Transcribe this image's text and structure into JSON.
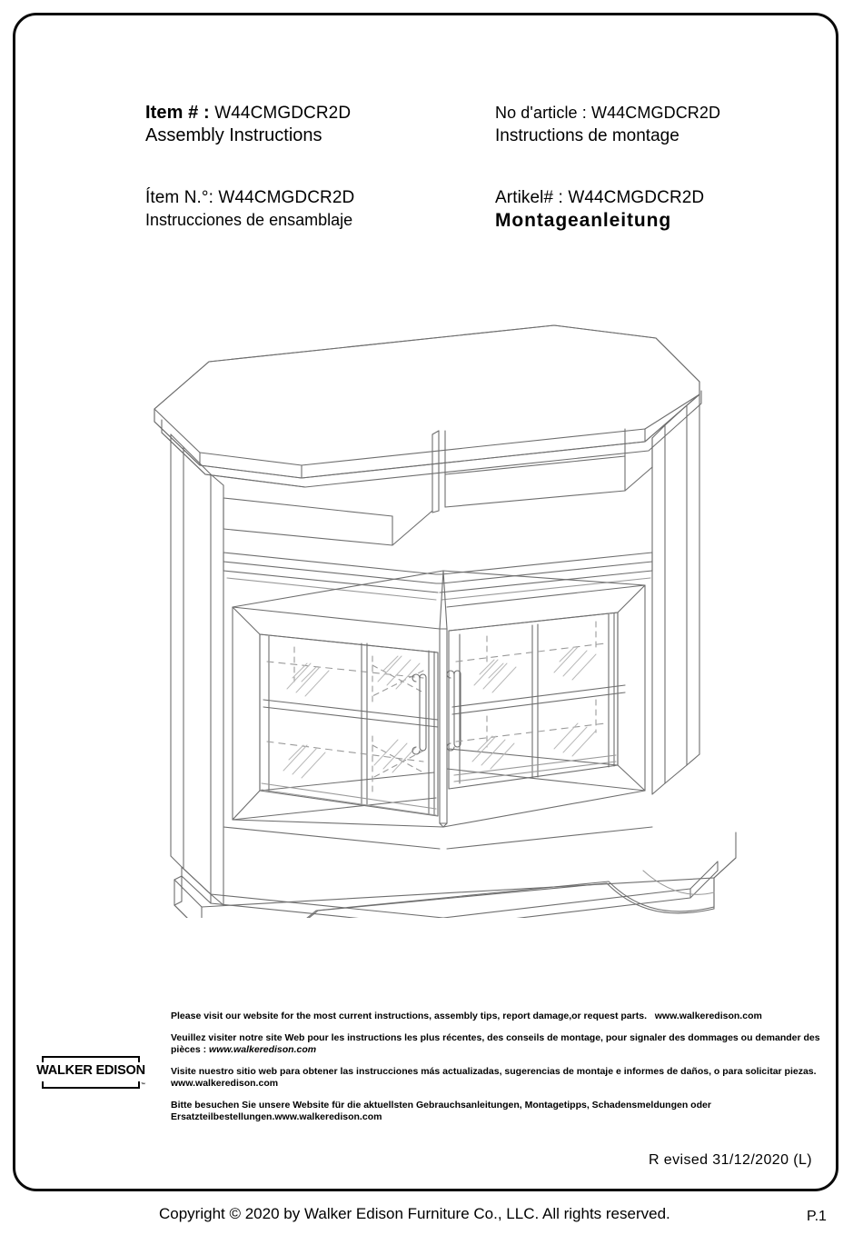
{
  "document": {
    "page_number": "P.1",
    "copyright": "Copyright  © 2020 by Walker Edison Furniture Co., LLC. All rights reserved.",
    "revised": "R evised 31/12/2020 (L)"
  },
  "headers": {
    "english": {
      "label": "Item # :",
      "sku": "W44CMGDCR2D",
      "subtitle": "Assembly  Instructions"
    },
    "french": {
      "label": "No d'article :",
      "sku": "W44CMGDCR2D",
      "subtitle": "Instructions de montage"
    },
    "spanish": {
      "label": "Ítem N.°:",
      "sku": "W44CMGDCR2D",
      "subtitle": "Instrucciones de ensamblaje"
    },
    "german": {
      "label": "Artikel# :",
      "sku": "W44CMGDCR2D",
      "subtitle": "Montageanleitung"
    }
  },
  "illustration": {
    "name": "corner-tv-stand-glass-doors",
    "description": "Line drawing of a corner TV console with two glass doors, open upper shelf and curved base apron"
  },
  "notices": {
    "english": {
      "text": "Please visit our website for the most current instructions, assembly tips, report damage,or request parts.",
      "website": "www.walkeredison.com"
    },
    "french": {
      "text": "Veuillez visiter notre site Web pour les instructions les plus récentes, des conseils de montage, pour signaler des dommages ou demander des pièces :",
      "website": "www.walkeredison.com"
    },
    "spanish": {
      "text": "Visite nuestro sitio web para obtener las instrucciones más actualizadas, sugerencias de montaje e informes de daños, o para solicitar piezas.",
      "website": "www.walkeredison.com"
    },
    "german": {
      "text": "Bitte besuchen Sie unsere Website für die aktuellsten Gebrauchsanleitungen, Montagetipps, Schadensmeldungen oder Ersatzteilbestellungen.",
      "website": "www.walkeredison.com"
    }
  },
  "logo": {
    "text": "WALKER EDISON",
    "trademark": "™"
  },
  "colors": {
    "ink": "#000000",
    "line": "#6e6e6e",
    "paper": "#ffffff"
  }
}
